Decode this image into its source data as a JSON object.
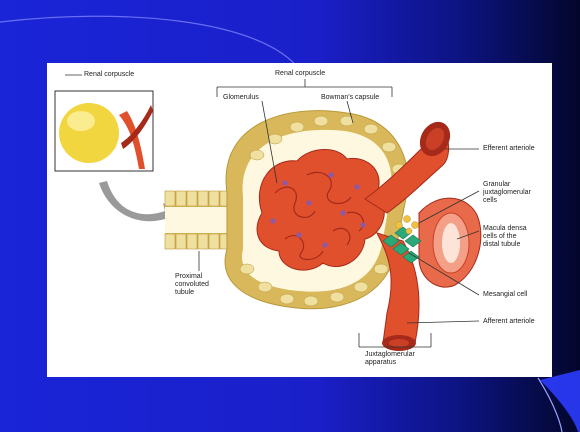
{
  "slide": {
    "background_color": "#1a25d8",
    "figure_background": "#ffffff"
  },
  "figure": {
    "labels": {
      "inset_title": "Renal corpuscle",
      "renal_corpuscle": "Renal corpuscle",
      "glomerulus": "Glomerulus",
      "bowmans_capsule": "Bowman's capsule",
      "efferent_arteriole": "Efferent arteriole",
      "granular_cells": "Granular\njuxtaglomerular\ncells",
      "macula_densa": "Macula densa\ncells of the\ndistal tubule",
      "mesangial_cell": "Mesangial cell",
      "afferent_arteriole": "Afferent arteriole",
      "proximal_tubule": "Proximal\nconvoluted\ntubule",
      "juxtaglomerular_apparatus": "Juxtaglomerular\napparatus"
    },
    "colors": {
      "capsule": "#d8b85a",
      "capsule_cells": "#efe0a0",
      "vessel": "#e0502c",
      "vessel_dark": "#a62a1a",
      "mesangial": "#2aa878",
      "nuclei": "#8a5aa8",
      "inset_sphere": "#f2d640"
    }
  }
}
